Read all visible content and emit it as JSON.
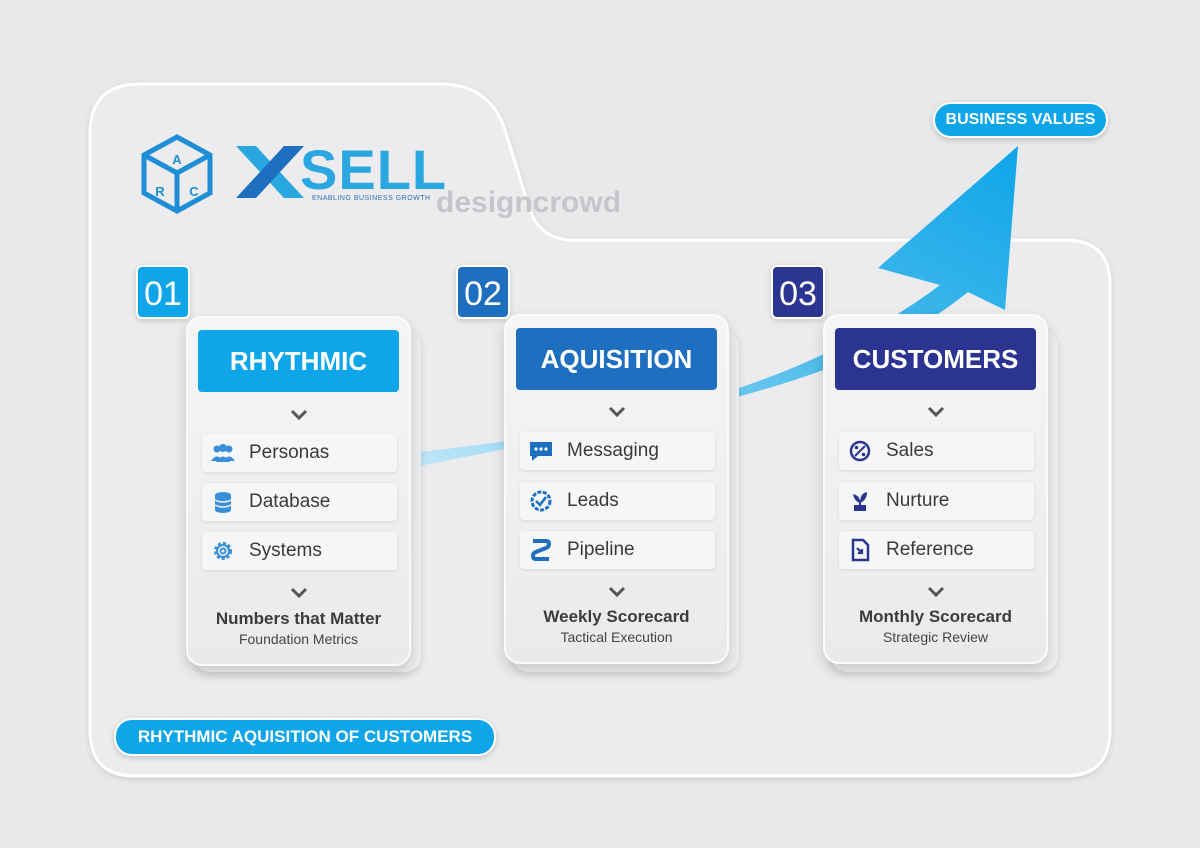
{
  "brand": {
    "logo_letters": "ARC",
    "name": "SELL",
    "tagline": "ENABLING BUSINESS GROWTH",
    "watermark": "designcrowd"
  },
  "business_values": "BUSINESS VALUES",
  "footer_label": "RHYTHMIC AQUISITION OF CUSTOMERS",
  "colors": {
    "light_blue": "#0ea5e9",
    "mid_blue": "#1e6fbf",
    "dark_blue": "#2b3490",
    "arrow": "#0ea5e9"
  },
  "stages": [
    {
      "number": "01",
      "title": "RHYTHMIC",
      "items": [
        {
          "label": "Personas",
          "icon": "users-icon"
        },
        {
          "label": "Database",
          "icon": "database-icon"
        },
        {
          "label": "Systems",
          "icon": "gear-icon"
        }
      ],
      "result_title": "Numbers that Matter",
      "result_sub": "Foundation Metrics"
    },
    {
      "number": "02",
      "title": "AQUISITION",
      "items": [
        {
          "label": "Messaging",
          "icon": "chat-icon"
        },
        {
          "label": "Leads",
          "icon": "badge-check-icon"
        },
        {
          "label": "Pipeline",
          "icon": "pipeline-icon"
        }
      ],
      "result_title": "Weekly Scorecard",
      "result_sub": "Tactical Execution"
    },
    {
      "number": "03",
      "title": "CUSTOMERS",
      "items": [
        {
          "label": "Sales",
          "icon": "percent-icon"
        },
        {
          "label": "Nurture",
          "icon": "plant-icon"
        },
        {
          "label": "Reference",
          "icon": "document-icon"
        }
      ],
      "result_title": "Monthly Scorecard",
      "result_sub": "Strategic Review"
    }
  ]
}
